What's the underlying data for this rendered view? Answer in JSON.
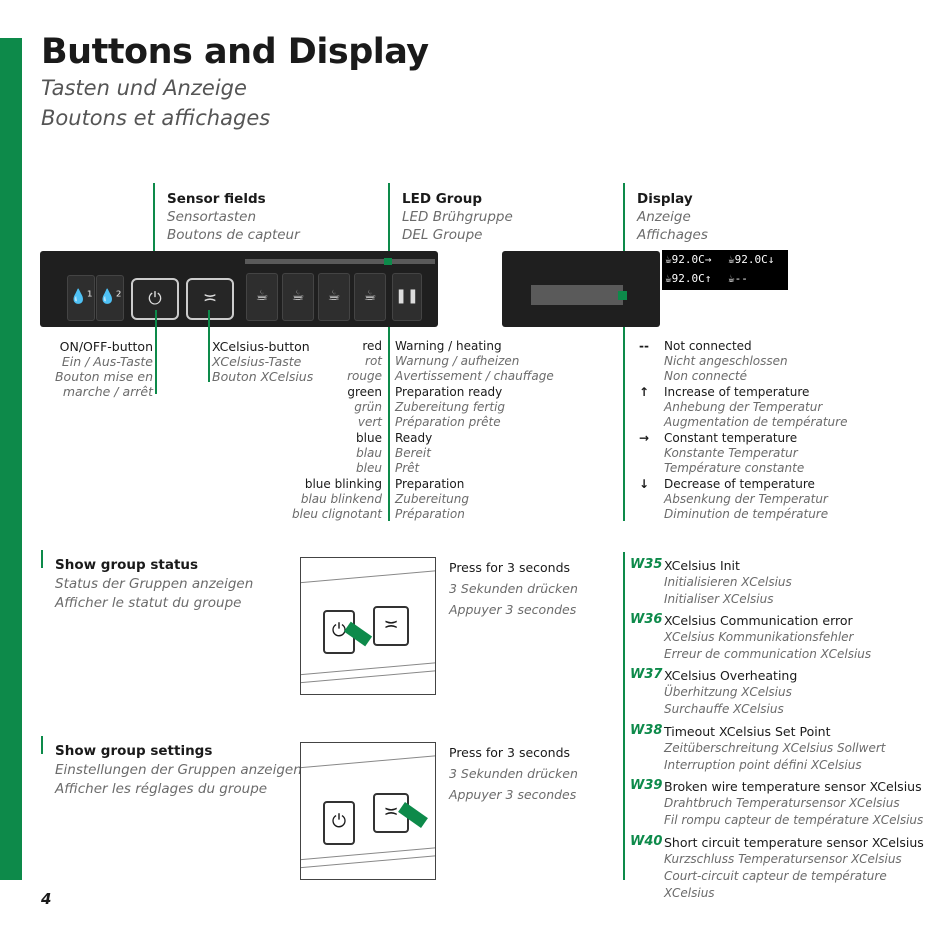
{
  "header": {
    "title": "Buttons and Display",
    "subtitle_de": "Tasten und Anzeige",
    "subtitle_fr": "Boutons et affichages"
  },
  "sections": {
    "sensor": {
      "en": "Sensor fields",
      "de": "Sensortasten",
      "fr": "Boutons de capteur"
    },
    "led": {
      "en": "LED Group",
      "de": "LED Brühgruppe",
      "fr": "DEL Groupe"
    },
    "display": {
      "en": "Display",
      "de": "Anzeige",
      "fr": "Affichages"
    }
  },
  "display_panel": {
    "r1c1": "92.0C→",
    "r1c2": "92.0C↓",
    "r2c1": "92.0C↑",
    "r2c2": "--",
    "sub1": "1",
    "sub2": "1",
    "sub3": "3",
    "sub4": "3"
  },
  "onoff": {
    "en": "ON/OFF-button",
    "de": "Ein / Aus-Taste",
    "fr1": "Bouton mise en",
    "fr2": "marche / arrêt"
  },
  "xcelsius": {
    "en": "XCelsius-button",
    "de": "XCelsius-Taste",
    "fr": "Bouton XCelsius"
  },
  "led_states": [
    {
      "c_en": "red",
      "c_de": "rot",
      "c_fr": "rouge",
      "en": "Warning / heating",
      "de": "Warnung / aufheizen",
      "fr": "Avertissement / chauffage"
    },
    {
      "c_en": "green",
      "c_de": "grün",
      "c_fr": "vert",
      "en": "Preparation ready",
      "de": "Zubereitung fertig",
      "fr": "Préparation prête"
    },
    {
      "c_en": "blue",
      "c_de": "blau",
      "c_fr": "bleu",
      "en": "Ready",
      "de": "Bereit",
      "fr": "Prêt"
    },
    {
      "c_en": "blue blinking",
      "c_de": "blau blinkend",
      "c_fr": "bleu clignotant",
      "en": "Preparation",
      "de": "Zubereitung",
      "fr": "Préparation"
    }
  ],
  "display_states": [
    {
      "sym": "--",
      "en": "Not connected",
      "de": "Nicht angeschlossen",
      "fr": "Non connecté"
    },
    {
      "sym": "↑",
      "en": "Increase of temperature",
      "de": "Anhebung der Temperatur",
      "fr": "Augmentation de température"
    },
    {
      "sym": "→",
      "en": "Constant temperature",
      "de": "Konstante Temperatur",
      "fr": "Température constante"
    },
    {
      "sym": "↓",
      "en": "Decrease of temperature",
      "de": "Absenkung der Temperatur",
      "fr": "Diminution de température"
    }
  ],
  "group_status": {
    "en": "Show group status",
    "de": "Status der Gruppen anzeigen",
    "fr": "Afficher le statut du groupe"
  },
  "group_settings": {
    "en": "Show group settings",
    "de": "Einstellungen der Gruppen anzeigen",
    "fr": "Afficher les réglages du groupe"
  },
  "press": {
    "en": "Press for 3 seconds",
    "de": "3 Sekunden drücken",
    "fr": "Appuyer 3 secondes"
  },
  "warnings": [
    {
      "code": "W35",
      "en": "XCelsius Init",
      "de": "Initialisieren XCelsius",
      "fr": "Initialiser XCelsius"
    },
    {
      "code": "W36",
      "en": "XCelsius Communication error",
      "de": "XCelsius Kommunikationsfehler",
      "fr": "Erreur de communication XCelsius"
    },
    {
      "code": "W37",
      "en": "XCelsius Overheating",
      "de": "Überhitzung XCelsius",
      "fr": "Surchauffe XCelsius"
    },
    {
      "code": "W38",
      "en": "Timeout XCelsius Set Point",
      "de": "Zeitüberschreitung XCelsius Sollwert",
      "fr": "Interruption point défini XCelsius"
    },
    {
      "code": "W39",
      "en": "Broken wire temperature sensor XCelsius",
      "de": "Drahtbruch Temperatursensor XCelsius",
      "fr": "Fil rompu capteur de température XCelsius"
    },
    {
      "code": "W40",
      "en": "Short circuit temperature sensor XCelsius",
      "de": "Kurzschluss Temperatursensor XCelsius",
      "fr": "Court-circuit capteur de température XCelsius"
    }
  ],
  "page_number": "4"
}
